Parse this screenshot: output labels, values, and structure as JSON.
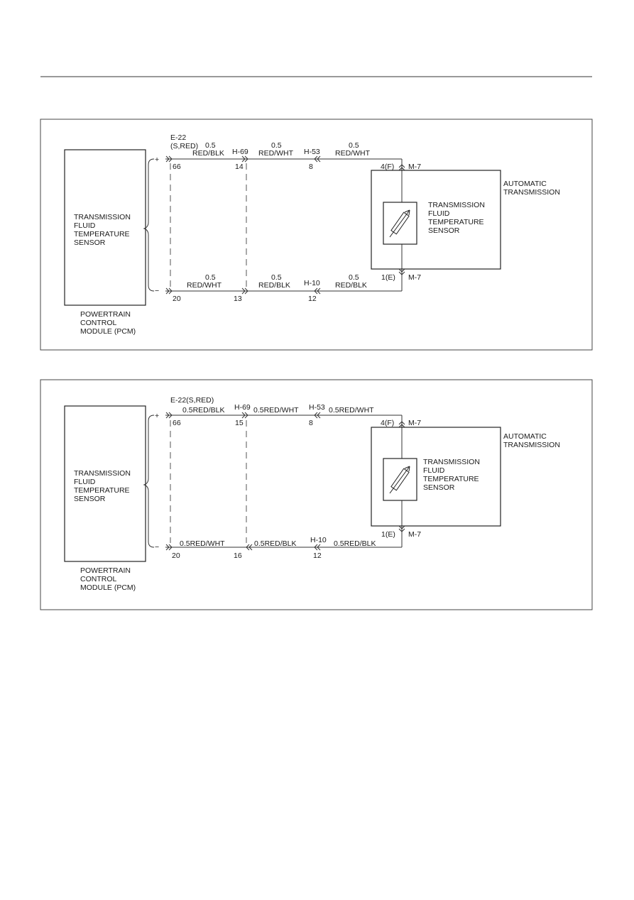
{
  "diagrams": [
    {
      "pcm_sensor_label": [
        "TRANSMISSION",
        "FLUID",
        "TEMPERATURE",
        "SENSOR"
      ],
      "pcm_label": [
        "POWERTRAIN",
        "CONTROL",
        "MODULE (PCM)"
      ],
      "at_label": [
        "AUTOMATIC",
        "TRANSMISSION"
      ],
      "sensor_label": [
        "TRANSMISSION",
        "FLUID",
        "TEMPERATURE",
        "SENSOR"
      ],
      "plus": "+",
      "minus": "−",
      "e22": [
        "E-22",
        "(S,RED)"
      ],
      "top_wire1": [
        "0.5",
        "RED/BLK"
      ],
      "h69": "H-69",
      "top_wire2": [
        "0.5",
        "RED/WHT"
      ],
      "h53": "H-53",
      "top_wire3": [
        "0.5",
        "RED/WHT"
      ],
      "top_pins": [
        "66",
        "14",
        "8"
      ],
      "m7_top": "4(F)",
      "m7_label": "M-7",
      "bot_wire1": [
        "0.5",
        "RED/WHT"
      ],
      "bot_wire2": [
        "0.5",
        "RED/BLK"
      ],
      "h10": "H-10",
      "bot_wire3": [
        "0.5",
        "RED/BLK"
      ],
      "bot_pins": [
        "20",
        "13",
        "12"
      ],
      "m7_bot": "1(E)"
    },
    {
      "pcm_sensor_label": [
        "TRANSMISSION",
        "FLUID",
        "TEMPERATURE",
        "SENSOR"
      ],
      "pcm_label": [
        "POWERTRAIN",
        "CONTROL",
        "MODULE (PCM)"
      ],
      "at_label": [
        "AUTOMATIC",
        "TRANSMISSION"
      ],
      "sensor_label": [
        "TRANSMISSION",
        "FLUID",
        "TEMPERATURE",
        "SENSOR"
      ],
      "plus": "+",
      "minus": "−",
      "e22": "E-22(S,RED)",
      "top_wire1": "0.5RED/BLK",
      "h69": "H-69",
      "top_wire2": "0.5RED/WHT",
      "h53": "H-53",
      "top_wire3": "0.5RED/WHT",
      "top_pins": [
        "66",
        "15",
        "8"
      ],
      "m7_top": "4(F)",
      "m7_label": "M-7",
      "bot_wire1": "0.5RED/WHT",
      "bot_wire2": "0.5RED/BLK",
      "h10": "H-10",
      "bot_wire3": "0.5RED/BLK",
      "bot_pins": [
        "20",
        "16",
        "12"
      ],
      "m7_bot": "1(E)"
    }
  ]
}
